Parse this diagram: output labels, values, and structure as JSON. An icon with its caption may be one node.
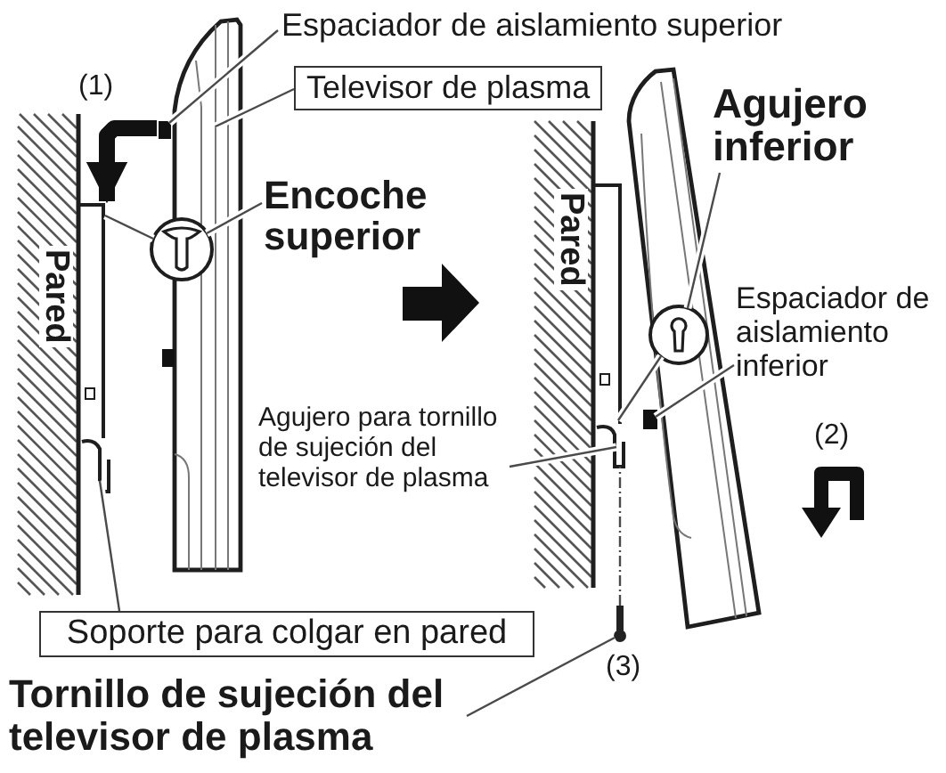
{
  "diagram": {
    "nodes": [
      {
        "text": [
          "Espaciador de aislamiento superior"
        ]
      },
      {
        "text": [],
        "shape": "box"
      },
      {
        "text": [
          "Televisor de plasma"
        ]
      },
      {
        "text": [],
        "shape": "picture"
      },
      {
        "text": [
          "Encoche superior"
        ]
      },
      {
        "text": [],
        "shape": "circle"
      },
      {
        "text": [
          "Agujero inferior"
        ]
      },
      {
        "text": [],
        "shape": "circle"
      },
      {
        "text": [
          "Espaciador de aislamiento inferior"
        ]
      },
      {
        "text": [],
        "shape": "box"
      },
      {
        "text": [
          "Agujero para tornillo de sujeción del televisor de plasma"
        ]
      },
      {
        "text": [
          "Soporte para colgar en pared"
        ]
      },
      {
        "text": [],
        "shape": "bar"
      },
      {
        "text": [
          "Tornillo de sujeción del televisor de plasma"
        ]
      },
      {
        "text": [],
        "shape": "picture"
      },
      {
        "text": [],
        "shape": "bar"
      }
    ],
    "edges": [
      {
        "from": 0,
        "to": 1,
        "arrow": "none"
      },
      {
        "from": 1,
        "to": 12,
        "arrow": "to",
        "style": "thick"
      },
      {
        "from": 2,
        "to": 3,
        "arrow": "none"
      },
      {
        "from": 4,
        "to": 5,
        "arrow": "none"
      },
      {
        "from": 5,
        "to": 12,
        "arrow": "none"
      },
      {
        "from": 6,
        "to": 7,
        "arrow": "none"
      },
      {
        "from": 7,
        "to": 15,
        "arrow": "none"
      },
      {
        "from": 8,
        "to": 9,
        "arrow": "none"
      },
      {
        "from": 10,
        "to": 15,
        "arrow": "none"
      },
      {
        "from": 11,
        "to": 12,
        "arrow": "none"
      },
      {
        "from": 13,
        "to": 14,
        "arrow": "none"
      },
      {
        "from": 14,
        "to": 15,
        "arrow": "none",
        "style": "dashed"
      }
    ],
    "labels": [
      "(1)",
      "Pared",
      "Pared",
      "(2)",
      "(3)"
    ]
  }
}
